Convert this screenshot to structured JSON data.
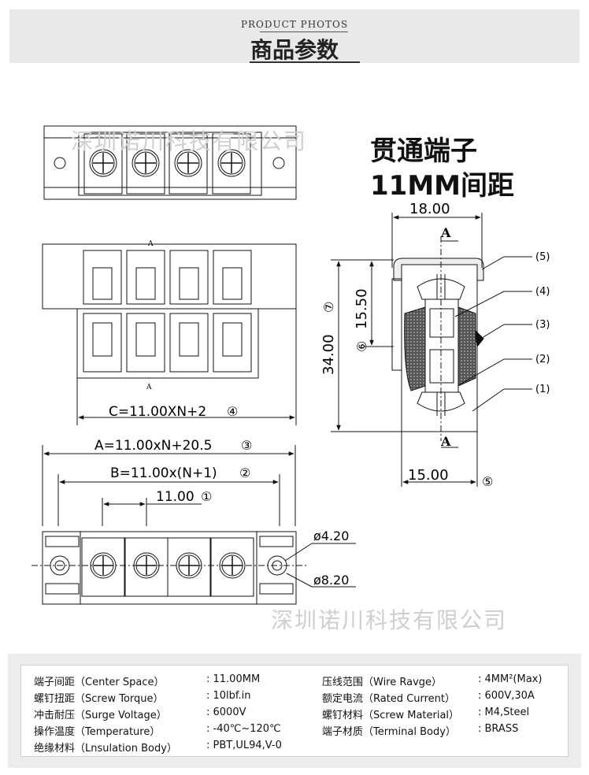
{
  "header": {
    "subtitle_en": "PRODUCT PHOTOS",
    "title_cn": "商品参数"
  },
  "watermarks": {
    "top": "深圳诺川科技有限公司",
    "bottom": "深圳诺川科技有限公司"
  },
  "product_title": {
    "line1": "贯通端子",
    "line2": "11MM间距"
  },
  "dimensions": {
    "width_top": "18.00",
    "height_total": "34.00",
    "height_inner": "15.50",
    "width_bottom": "15.00",
    "formula_c": "C=11.00XN+2",
    "formula_a": "A=11.00xN+20.5",
    "formula_b": "B=11.00x(N+1)",
    "pitch": "11.00",
    "hole_small": "ø4.20",
    "hole_large": "ø8.20",
    "section_mark": "A"
  },
  "circled": {
    "c1": "①",
    "c2": "②",
    "c3": "③",
    "c4": "④",
    "c5": "⑤",
    "c6": "⑥",
    "c7": "⑦"
  },
  "callouts": [
    "(5)",
    "(4)",
    "(3)",
    "(2)",
    "(1)"
  ],
  "specs": {
    "left": [
      {
        "label": "端子间距（Center Space）",
        "value": ": 11.00MM"
      },
      {
        "label": "螺钉扭距（Screw Torque）",
        "value": ": 10lbf.in"
      },
      {
        "label": "冲击耐压（Surge Voltage）",
        "value": ": 6000V"
      },
      {
        "label": "操作温度（Temperature）",
        "value": ": -40℃~120℃"
      },
      {
        "label": "绝缘材料（Lnsulation Body）",
        "value": ": PBT,UL94,V-0"
      }
    ],
    "right": [
      {
        "label": "压线范围（Wire Ravge）",
        "value": ": 4MM²(Max)"
      },
      {
        "label": "额定电流（Rated Current）",
        "value": ": 600V,30A"
      },
      {
        "label": "螺钉材料（Screw Material）",
        "value": ": M4,Steel"
      },
      {
        "label": "端子材质（Terminal Body）",
        "value": ": BRASS"
      }
    ]
  }
}
